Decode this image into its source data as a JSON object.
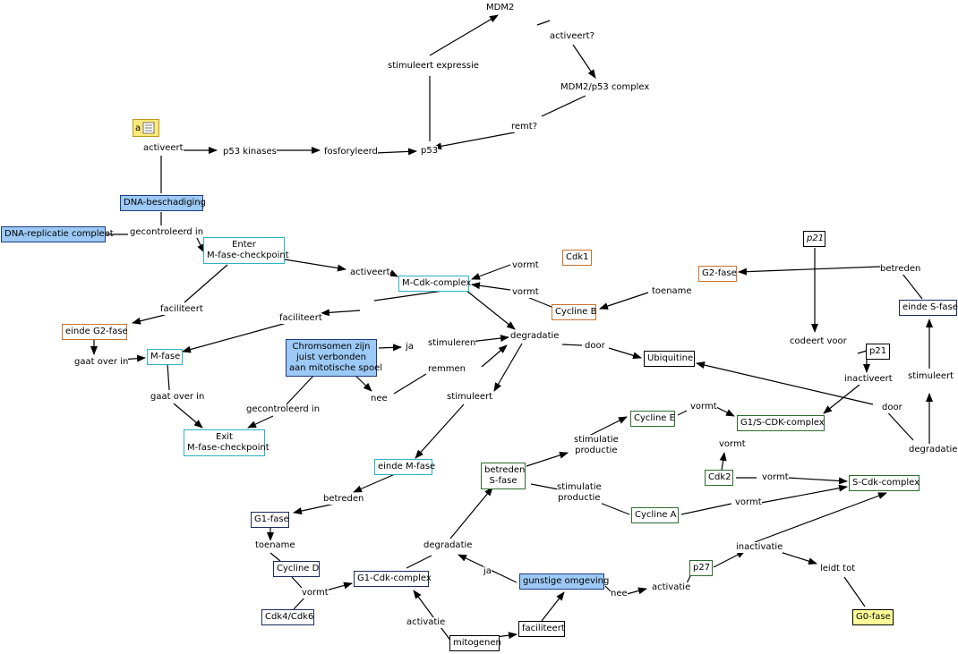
{
  "concepts": {
    "mdm2": "MDM2",
    "stimuleert_expressie": "stimuleert expressie",
    "activeert_q": "activeert?",
    "mdm2_p53": "MDM2/p53 complex",
    "remt_q": "remt?",
    "activeert1": "activeert",
    "p53_kinases": "p53 kinases",
    "fosforyleerd": "fosforyleerd",
    "p53": "p53",
    "dna_beschadiging": "DNA-beschadiging",
    "dna_replicatie": "DNA-replicatie compleet",
    "gecontroleerd_in1": "gecontroleerd in",
    "enter_checkpoint": "Enter\nM-fase-checkpoint",
    "activeert2": "activeert",
    "m_cdk": "M-Cdk-complex",
    "vormt1": "vormt",
    "cdk1": "Cdk1",
    "vormt2": "vormt",
    "cycline_b": "Cycline B",
    "toename1": "toename",
    "g2_fase": "G2-fase",
    "betreden1": "betreden",
    "einde_s_fase": "einde S-fase",
    "p21_italic": "p21",
    "codeert_voor": "codeert voor",
    "p21": "p21",
    "inactiveert": "inactiveert",
    "faciliteert1": "faciliteert",
    "einde_g2": "einde G2-fase",
    "gaat_over_in1": "gaat over in",
    "m_fase": "M-fase",
    "faciliteert2": "faciliteert",
    "chromosomen": "Chromsomen zijn\njuist verbonden\naan mitotische spoel",
    "ja1": "ja",
    "stimuleren": "stimuleren",
    "degradatie1": "degradatie",
    "door1": "door",
    "ubiquitine": "Ubiquitine",
    "remmen": "remmen",
    "nee1": "nee",
    "gaat_over_in2": "gaat over in",
    "gecontroleerd_in2": "gecontroleerd in",
    "exit_checkpoint": "Exit\nM-fase-checkpoint",
    "stimuleert1": "stimuleert",
    "einde_m_fase": "einde M-fase",
    "betreden2": "betreden",
    "g1_fase": "G1-fase",
    "toename2": "toename",
    "cycline_d": "Cycline D",
    "vormt3": "vormt",
    "cdk46": "Cdk4/Cdk6",
    "g1_cdk": "G1-Cdk-complex",
    "activatie1": "activatie",
    "mitogenen": "mitogenen",
    "faciliteert3": "faciliteert",
    "gunstige": "gunstige omgeving",
    "ja2": "ja",
    "degradatie2": "degradatie",
    "betreden_s": "betreden\nS-fase",
    "stim_prod1": "stimulatie\nproductie",
    "cycline_e": "Cycline E",
    "vormt4": "vormt",
    "g1s_cdk": "G1/S-CDK-complex",
    "vormt5": "vormt",
    "cdk2": "Cdk2",
    "vormt6": "vormt",
    "stim_prod2": "stimulatie\nproductie",
    "cycline_a": "Cycline A",
    "vormt7": "vormt",
    "s_cdk": "S-Cdk-complex",
    "degradatie3": "degradatie",
    "stimuleert2": "stimuleert",
    "door2": "door",
    "nee2": "nee",
    "activatie2": "activatie",
    "p27": "p27",
    "inactivatie": "inactivatie",
    "leidt_tot": "leidt tot",
    "g0_fase": "G0-fase"
  },
  "colors": {
    "highlight_fill": "#9cc9f5",
    "phase_cyan": "#2bb3c4",
    "protein_orange": "#c8732e",
    "cdk_green": "#2e6a2e",
    "g0_yellow": "#ffff99"
  },
  "icons": {
    "notes": "notes-icon"
  }
}
